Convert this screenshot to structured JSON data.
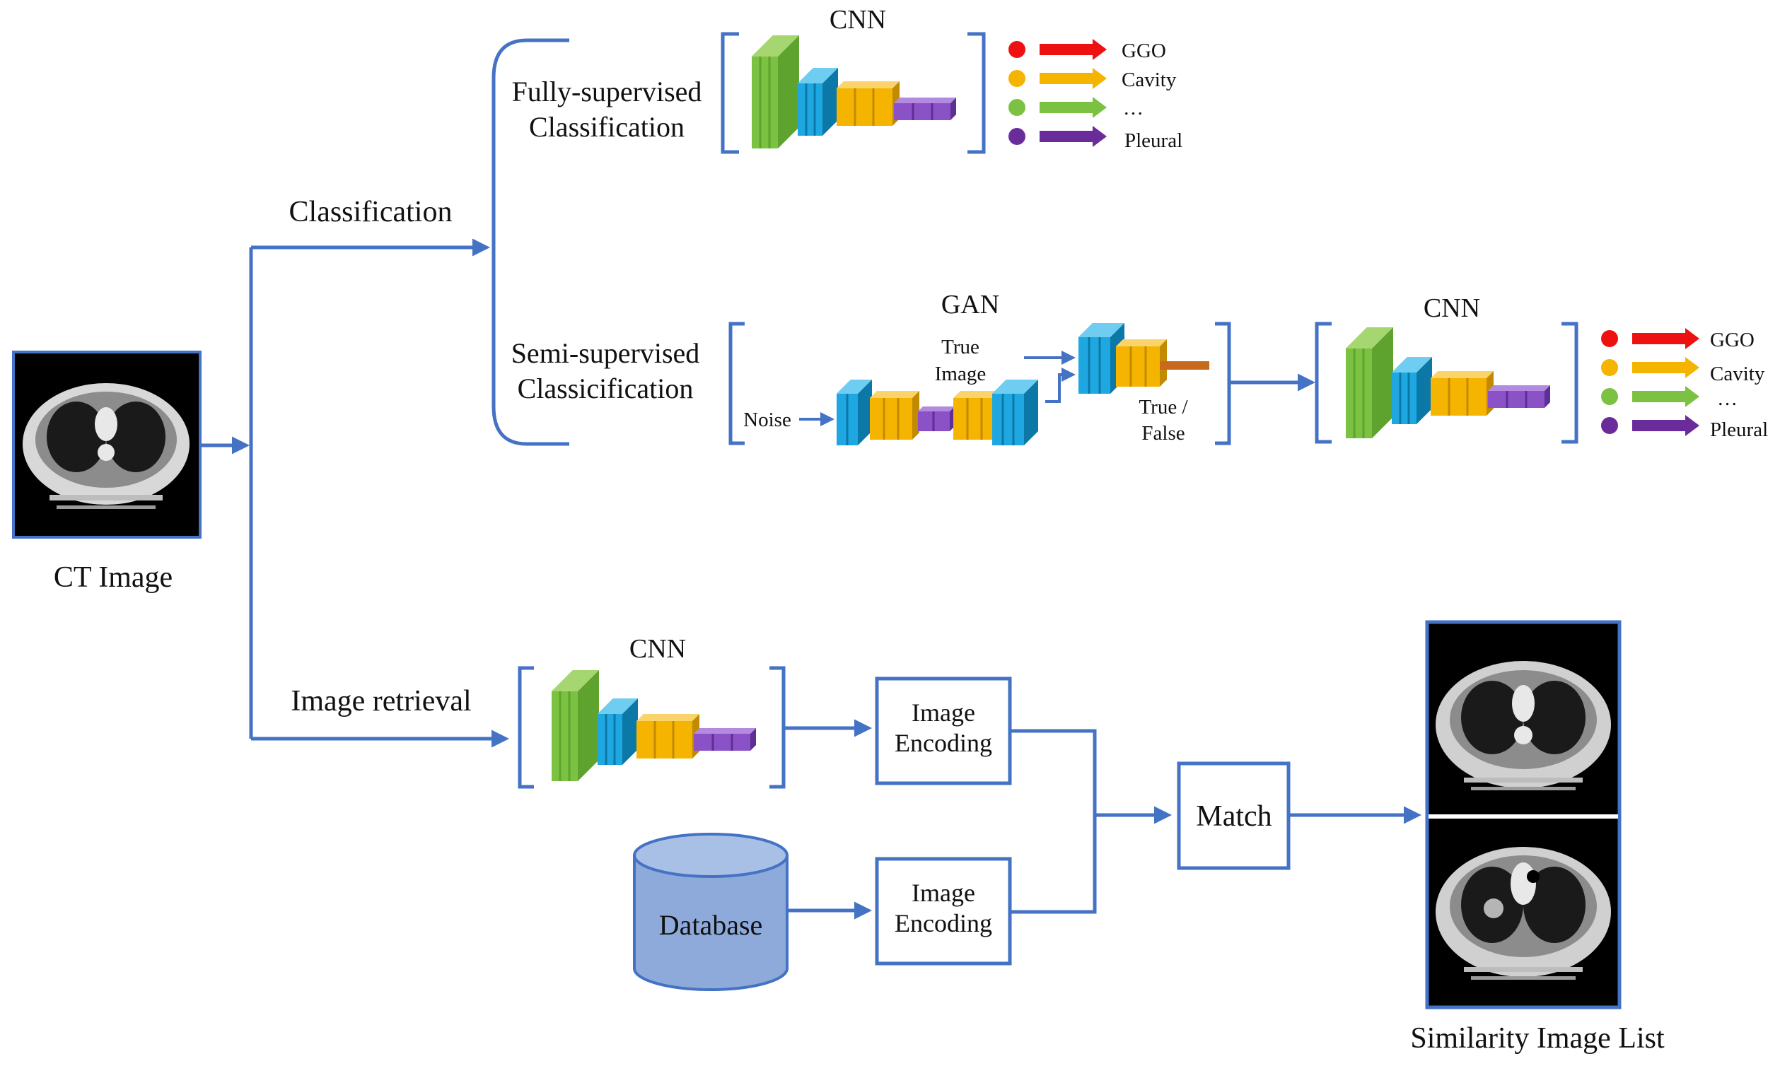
{
  "input": {
    "label": "CT Image"
  },
  "branches": {
    "classification": "Classification",
    "retrieval": "Image retrieval"
  },
  "fully_supervised": {
    "title": "Fully-supervised",
    "subtitle": "Classification",
    "network": "CNN"
  },
  "semi_supervised": {
    "title": "Semi-supervised",
    "subtitle": "Classicification",
    "gan": "GAN",
    "noise": "Noise",
    "true_image_1": "True",
    "true_image_2": "Image",
    "true_false_1": "True /",
    "true_false_2": "False",
    "network": "CNN"
  },
  "outputs_fully": [
    {
      "label": "GGO",
      "color": "#ee1111"
    },
    {
      "label": "Cavity",
      "color": "#f5b400"
    },
    {
      "label": "…",
      "color": "#7cc242"
    },
    {
      "label": "Pleural",
      "color": "#6a2c9a"
    }
  ],
  "outputs_semi": [
    {
      "label": "GGO",
      "color": "#ee1111"
    },
    {
      "label": "Cavity",
      "color": "#f5b400"
    },
    {
      "label": "…",
      "color": "#7cc242"
    },
    {
      "label": "Pleural",
      "color": "#6a2c9a"
    }
  ],
  "retrieval": {
    "network": "CNN",
    "encoding_1a": "Image",
    "encoding_1b": "Encoding",
    "encoding_2a": "Image",
    "encoding_2b": "Encoding",
    "database": "Database",
    "match": "Match",
    "result": "Similarity Image List"
  },
  "colors": {
    "connector": "#4472c4",
    "green": "#7cc242",
    "blue": "#1fa7e1",
    "yellow": "#f5b400",
    "purple": "#8a52c6",
    "orange": "#c86a1e",
    "database_fill": "#8eaadb"
  }
}
